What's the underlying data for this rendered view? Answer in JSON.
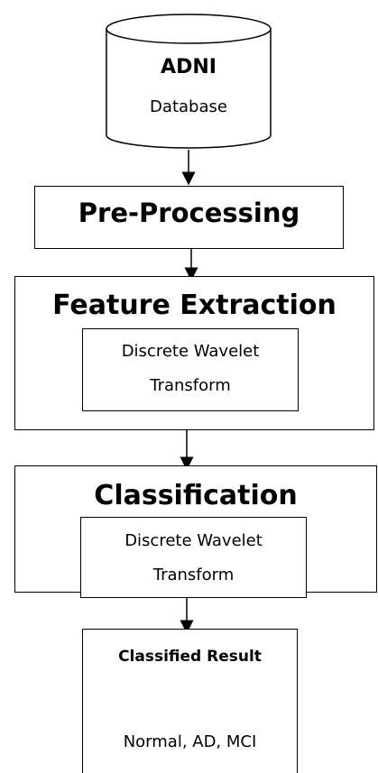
{
  "database": {
    "title": "ADNI",
    "subtitle": "Database"
  },
  "preprocessing": {
    "label": "Pre-Processing"
  },
  "feature_extraction": {
    "title": "Feature Extraction",
    "inner_line1": "Discrete Wavelet",
    "inner_line2": "Transform"
  },
  "classification": {
    "title": "Classification",
    "inner_line1": "Discrete Wavelet",
    "inner_line2": "Transform"
  },
  "result": {
    "title": "Classified Result",
    "classes": "Normal, AD, MCI"
  }
}
